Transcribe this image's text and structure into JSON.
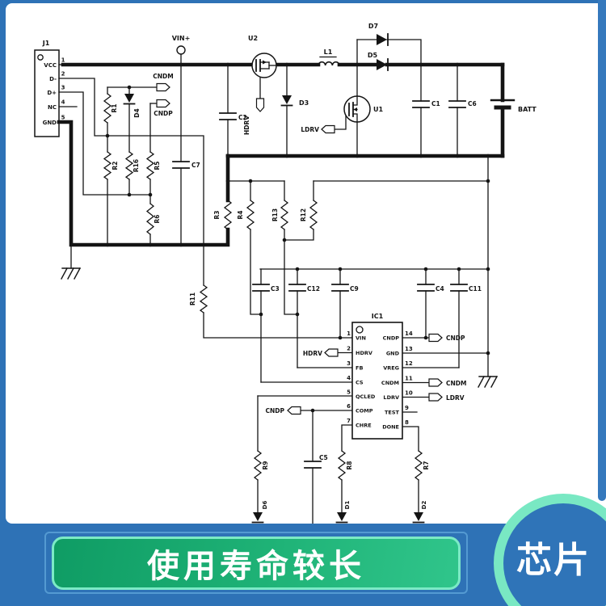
{
  "banner": {
    "text": "使用寿命较长"
  },
  "badge": {
    "text": "芯片"
  },
  "s": {
    "connector": {
      "ref": "J1",
      "pins": [
        {
          "n": "1",
          "name": "VCC"
        },
        {
          "n": "2",
          "name": "D-"
        },
        {
          "n": "3",
          "name": "D+"
        },
        {
          "n": "4",
          "name": "NC"
        },
        {
          "n": "5",
          "name": "GND"
        }
      ]
    },
    "labels": {
      "vin": "VIN+",
      "u2": "U2",
      "l1": "L1",
      "d7": "D7",
      "d5": "D5",
      "d3": "D3",
      "u1": "U1",
      "c1": "C1",
      "c2": "C2",
      "c6": "C6",
      "c7": "C7",
      "batt": "BATT",
      "cndm": "CNDM",
      "cndp": "CNDP",
      "hdrv": "HDRV",
      "ldrv": "LDRV",
      "r1": "R1",
      "r2": "R2",
      "r16": "R16",
      "r5": "R5",
      "r6": "R6",
      "d4": "D4",
      "r3": "R3",
      "r4": "R4",
      "r13": "R13",
      "r12": "R12",
      "r11": "R11",
      "c3": "C3",
      "c12": "C12",
      "c9": "C9",
      "c4": "C4",
      "c11": "C11",
      "c5": "C5",
      "r9": "R9",
      "r8": "R8",
      "r7": "R7",
      "d6": "D6",
      "d1": "D1",
      "d2": "D2",
      "ic": "IC1"
    },
    "ic": {
      "left": [
        {
          "n": "1",
          "name": "VIN"
        },
        {
          "n": "2",
          "name": "HDRV"
        },
        {
          "n": "3",
          "name": "FB"
        },
        {
          "n": "4",
          "name": "CS"
        },
        {
          "n": "5",
          "name": "QCLED"
        },
        {
          "n": "6",
          "name": "COMP"
        },
        {
          "n": "7",
          "name": "CHRE"
        }
      ],
      "right": [
        {
          "n": "14",
          "name": "CNDP"
        },
        {
          "n": "13",
          "name": "GND"
        },
        {
          "n": "12",
          "name": "VREG"
        },
        {
          "n": "11",
          "name": "CNDM"
        },
        {
          "n": "10",
          "name": "LDRV"
        },
        {
          "n": "9",
          "name": "TEST"
        },
        {
          "n": "8",
          "name": "DONE"
        }
      ]
    }
  },
  "colors": {
    "frame": "#2e72b6",
    "strip": "#3579bd",
    "banner_green_start": "#0f9c64",
    "banner_green_end": "#30c58b",
    "banner_border": "#7ceac6",
    "ring": "#79e8c3",
    "circle_fill": "#2f74b8",
    "text_white": "#ffffff",
    "ink": "#141414"
  }
}
